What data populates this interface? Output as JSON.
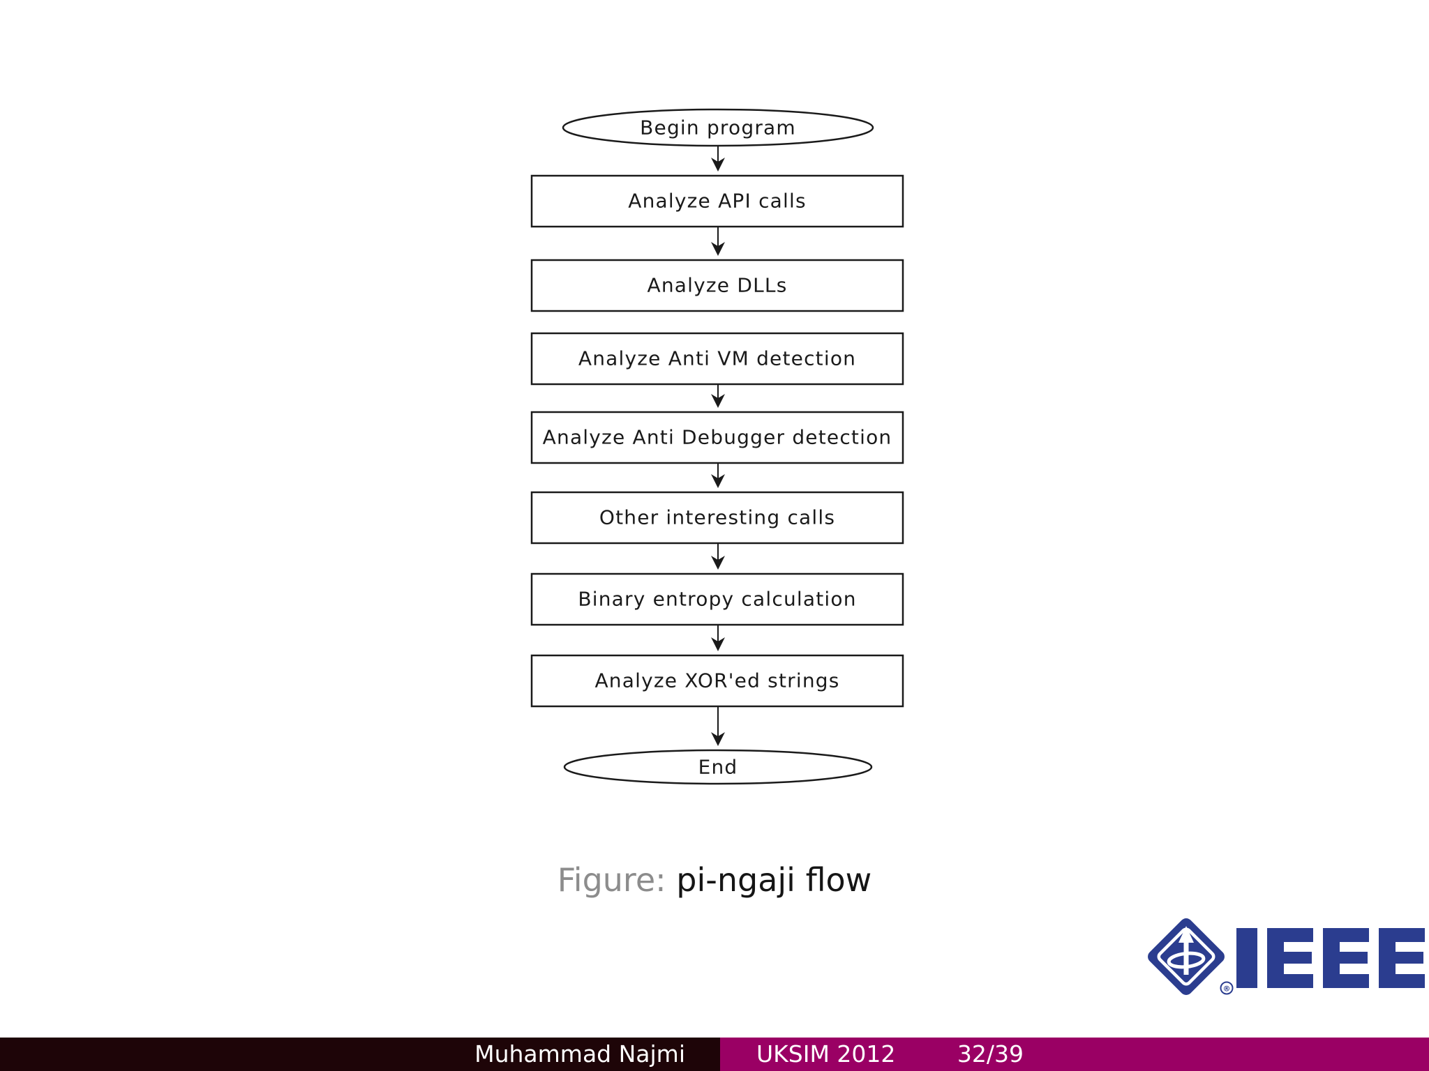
{
  "caption": {
    "label": "Figure:",
    "text": "pi-ngaji flow"
  },
  "flowchart": {
    "nodes": [
      {
        "id": "begin",
        "shape": "ellipse",
        "label": "Begin program"
      },
      {
        "id": "analyze-api",
        "shape": "rect",
        "label": "Analyze API calls"
      },
      {
        "id": "analyze-dlls",
        "shape": "rect",
        "label": "Analyze DLLs"
      },
      {
        "id": "anti-vm",
        "shape": "rect",
        "label": "Analyze Anti VM detection"
      },
      {
        "id": "anti-debugger",
        "shape": "rect",
        "label": "Analyze Anti Debugger detection"
      },
      {
        "id": "other-calls",
        "shape": "rect",
        "label": "Other interesting calls"
      },
      {
        "id": "entropy",
        "shape": "rect",
        "label": "Binary entropy calculation"
      },
      {
        "id": "xor-strings",
        "shape": "rect",
        "label": "Analyze XOR'ed strings"
      },
      {
        "id": "end",
        "shape": "ellipse",
        "label": "End"
      }
    ],
    "edges": [
      {
        "from": "begin",
        "to": "analyze-api"
      },
      {
        "from": "analyze-api",
        "to": "analyze-dlls"
      },
      {
        "from": "anti-vm",
        "to": "anti-debugger"
      },
      {
        "from": "anti-debugger",
        "to": "other-calls"
      },
      {
        "from": "other-calls",
        "to": "entropy"
      },
      {
        "from": "entropy",
        "to": "xor-strings"
      },
      {
        "from": "xor-strings",
        "to": "end"
      }
    ]
  },
  "logo": {
    "wordmark": "IEEE",
    "registered": "®"
  },
  "footer": {
    "author": "Muhammad Najmi",
    "conference": "UKSIM 2012",
    "page": "32/39"
  },
  "colors": {
    "ink": "#1a1a1a",
    "caption_gray": "#8c8c8c",
    "ieee_blue": "#2b3d8f",
    "footer_dark": "#1e0508",
    "footer_magenta": "#9a0064"
  }
}
